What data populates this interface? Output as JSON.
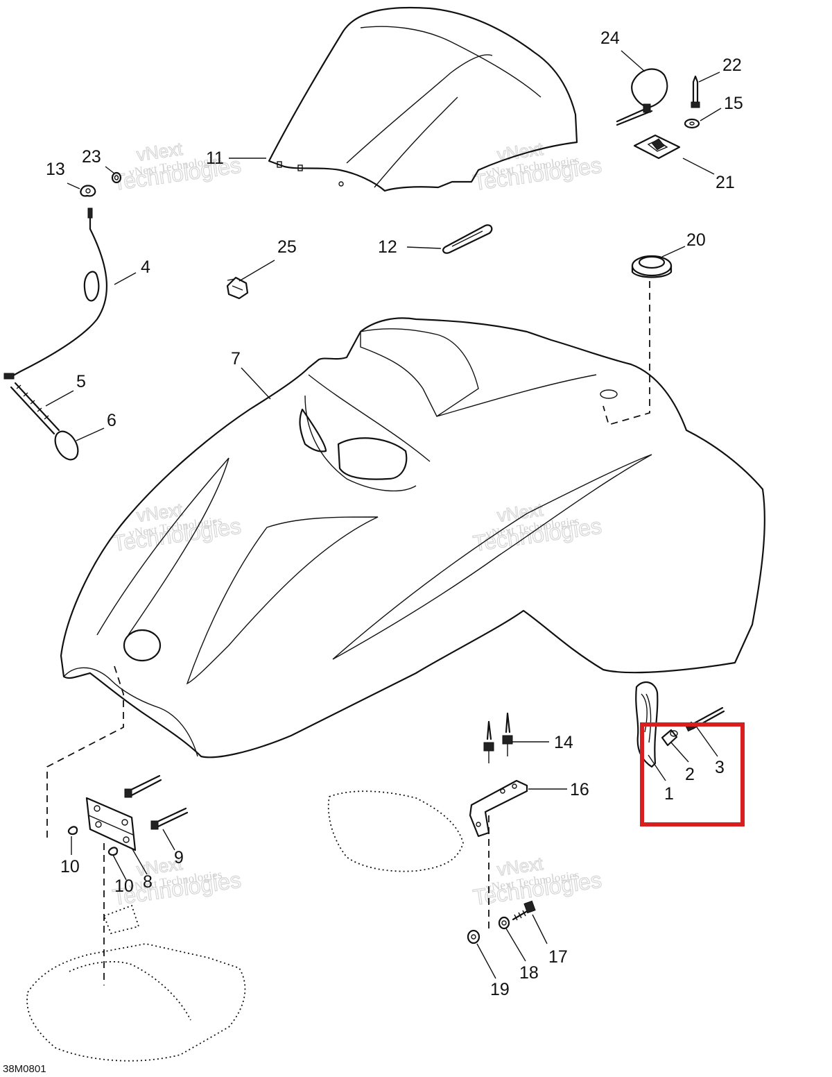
{
  "diagram": {
    "code": "38M0801",
    "watermark_small": "vNext Technologies",
    "watermark_big_line1": "vNext",
    "watermark_big_line2": "Technologies",
    "highlight_color": "#d81e1e",
    "callouts": {
      "c1": "1",
      "c2": "2",
      "c3": "3",
      "c4": "4",
      "c5": "5",
      "c6": "6",
      "c7": "7",
      "c8": "8",
      "c9": "9",
      "c10a": "10",
      "c10b": "10",
      "c11": "11",
      "c12": "12",
      "c13": "13",
      "c14": "14",
      "c15": "15",
      "c16": "16",
      "c17": "17",
      "c18": "18",
      "c19": "19",
      "c20": "20",
      "c21": "21",
      "c22": "22",
      "c23": "23",
      "c24": "24",
      "c25": "25"
    }
  }
}
